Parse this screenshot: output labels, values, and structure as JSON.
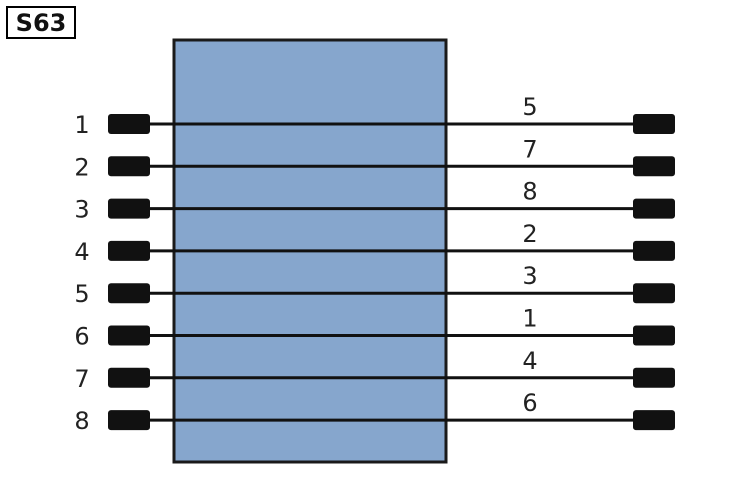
{
  "title": "S63",
  "colors": {
    "body_fill": "#86a6cd",
    "outline": "#1a1a1a",
    "pin": "#111111",
    "wire": "#111111",
    "text": "#222222"
  },
  "left_pins": [
    "1",
    "2",
    "3",
    "4",
    "5",
    "6",
    "7",
    "8"
  ],
  "right_pins": [
    "5",
    "7",
    "8",
    "2",
    "3",
    "1",
    "4",
    "6"
  ]
}
